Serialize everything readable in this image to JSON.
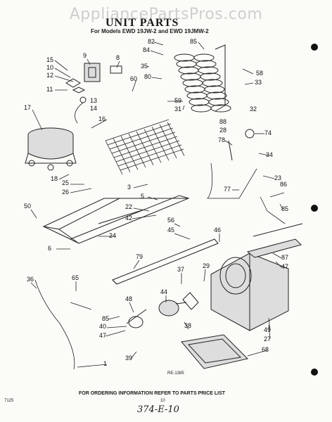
{
  "watermark": "AppliancePartsPros.com",
  "title": "UNIT PARTS",
  "subtitle": "For Models EWD 19JW-2 and EWD 19JMW-2",
  "drawing_code": "RE-1385",
  "footer": "FOR ORDERING INFORMATION REFER TO PARTS PRICE LIST",
  "left_code": "7125",
  "page_number": "10",
  "handwritten_note": "374-E-10",
  "callouts": [
    "82",
    "85",
    "84",
    "9",
    "8",
    "15",
    "10",
    "12",
    "11",
    "13",
    "14",
    "35",
    "80",
    "58",
    "33",
    "60",
    "59",
    "31",
    "32",
    "17",
    "16",
    "88",
    "28",
    "74",
    "78",
    "34",
    "18",
    "25",
    "26",
    "23",
    "86",
    "3",
    "5",
    "22",
    "42",
    "77",
    "85",
    "50",
    "56",
    "45",
    "46",
    "24",
    "6",
    "79",
    "87",
    "47",
    "36",
    "65",
    "37",
    "29",
    "44",
    "48",
    "38",
    "85",
    "40",
    "47",
    "39",
    "1",
    "49",
    "27",
    "68"
  ]
}
